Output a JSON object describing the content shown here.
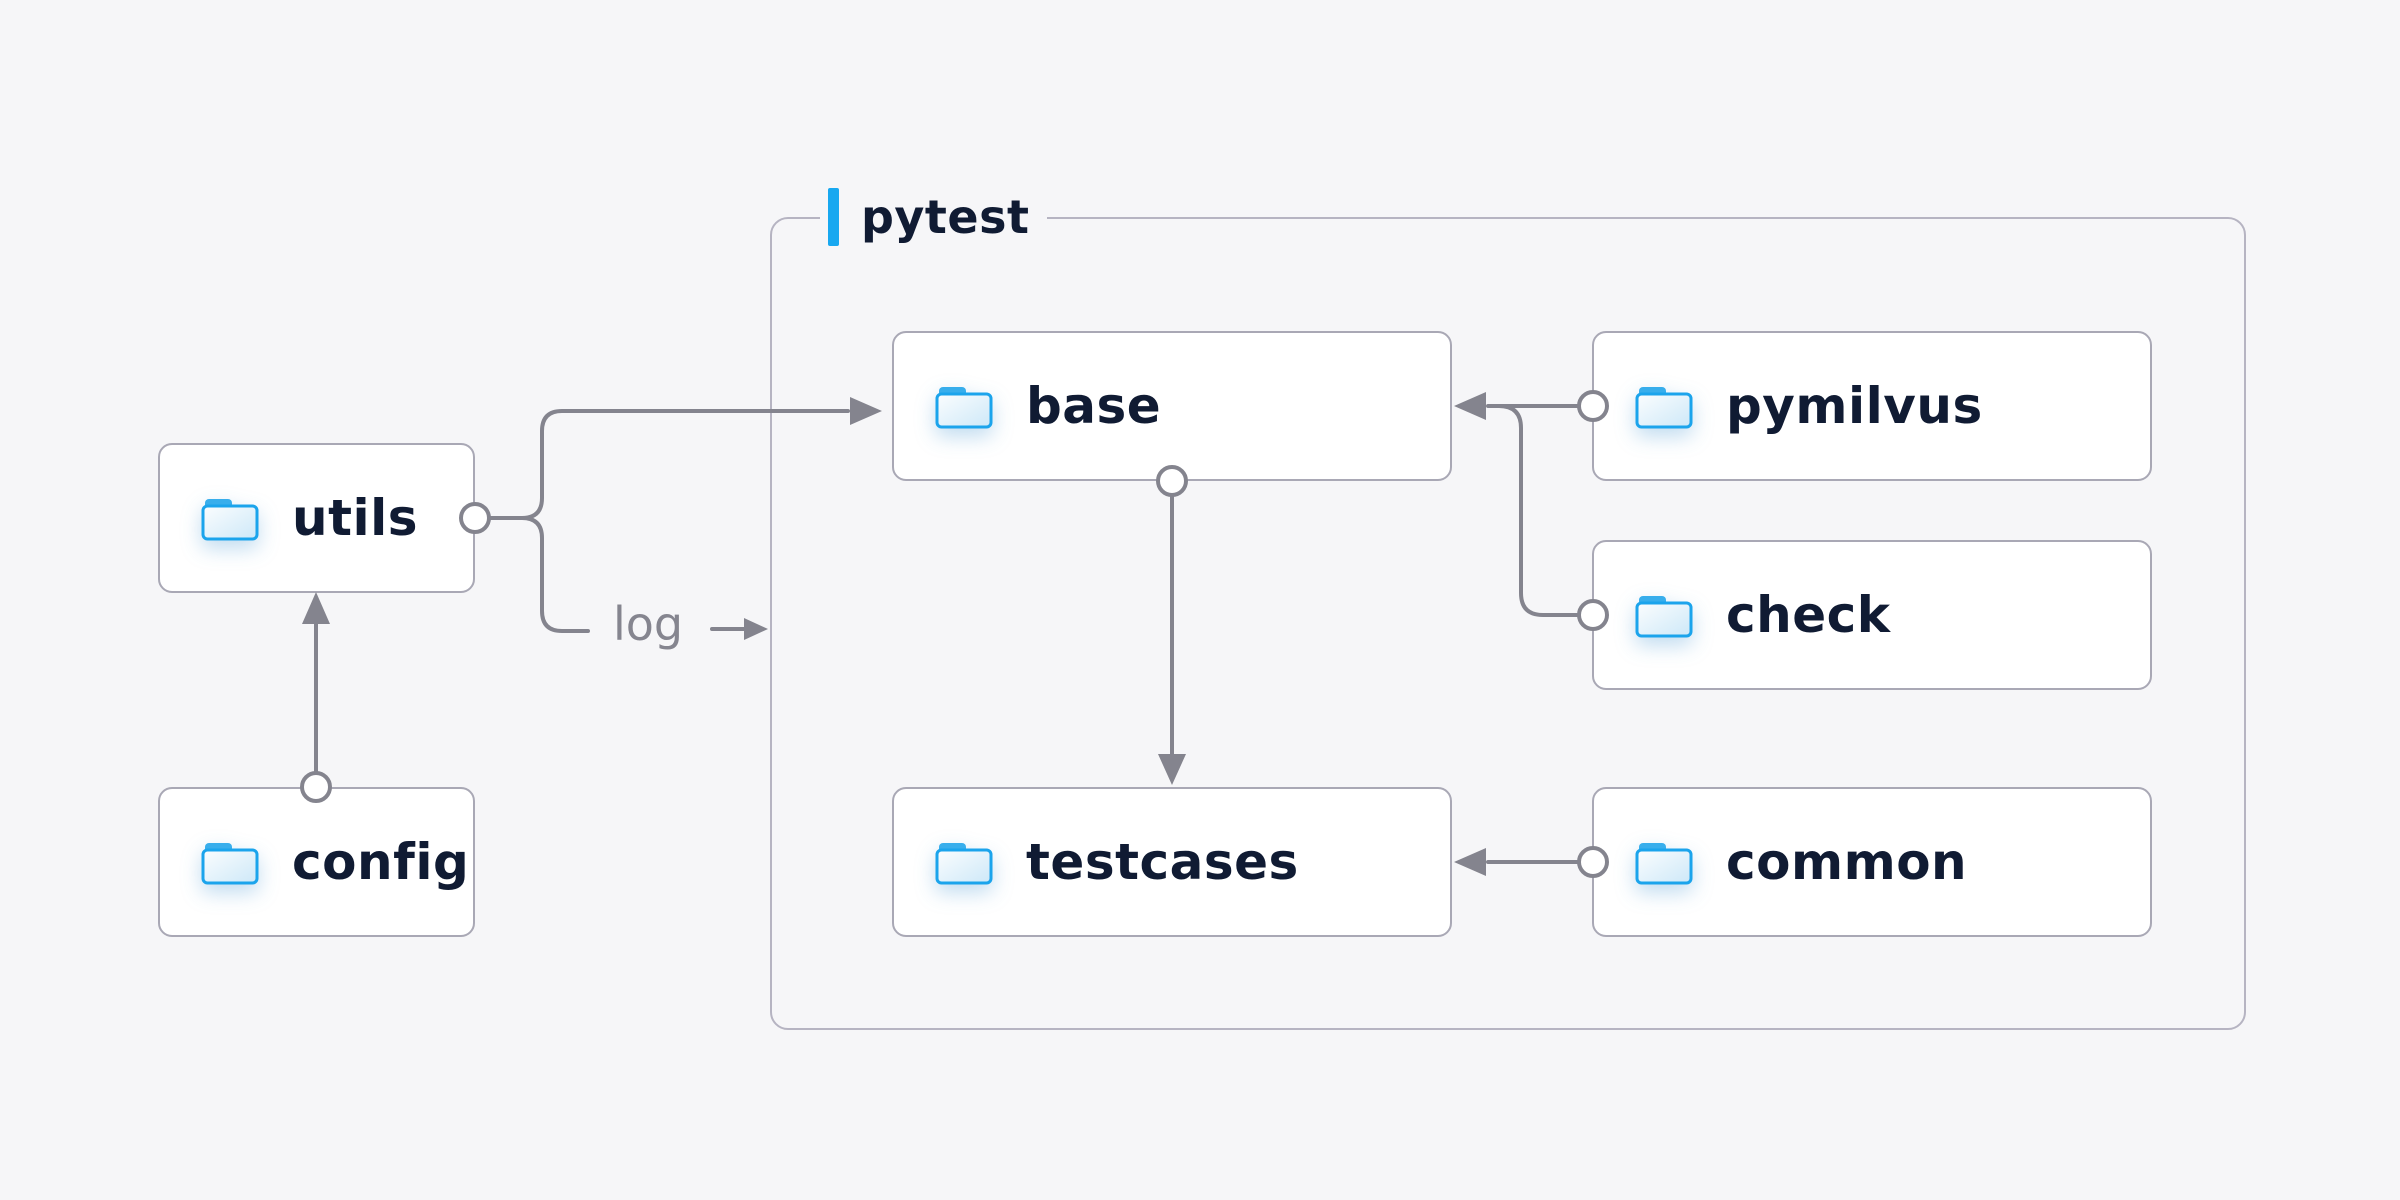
{
  "diagram": {
    "container": {
      "label": "pytest"
    },
    "nodes": [
      {
        "id": "utils",
        "label": "utils"
      },
      {
        "id": "config",
        "label": "config"
      },
      {
        "id": "base",
        "label": "base"
      },
      {
        "id": "testcases",
        "label": "testcases"
      },
      {
        "id": "pymilvus",
        "label": "pymilvus"
      },
      {
        "id": "check",
        "label": "check"
      },
      {
        "id": "common",
        "label": "common"
      }
    ],
    "edges": [
      {
        "from": "config",
        "to": "utils",
        "label": ""
      },
      {
        "from": "utils",
        "to": "base",
        "label": ""
      },
      {
        "from": "utils",
        "to": "pytest",
        "label": "log"
      },
      {
        "from": "pymilvus",
        "to": "base",
        "label": ""
      },
      {
        "from": "check",
        "to": "base",
        "label": ""
      },
      {
        "from": "base",
        "to": "testcases",
        "label": ""
      },
      {
        "from": "common",
        "to": "testcases",
        "label": ""
      }
    ]
  },
  "icons": {
    "node_icon": "folder-icon"
  },
  "colors": {
    "page_bg": "#f6f6f8",
    "node_bg": "#ffffff",
    "node_border": "#a9a8b5",
    "frame_border": "#b6b4c2",
    "wire": "#84848e",
    "text": "#101b33",
    "accent": "#18a8f0",
    "log_text": "#85858f",
    "folder_stroke": "#1ba4ec",
    "folder_tab": "#38aeec"
  }
}
